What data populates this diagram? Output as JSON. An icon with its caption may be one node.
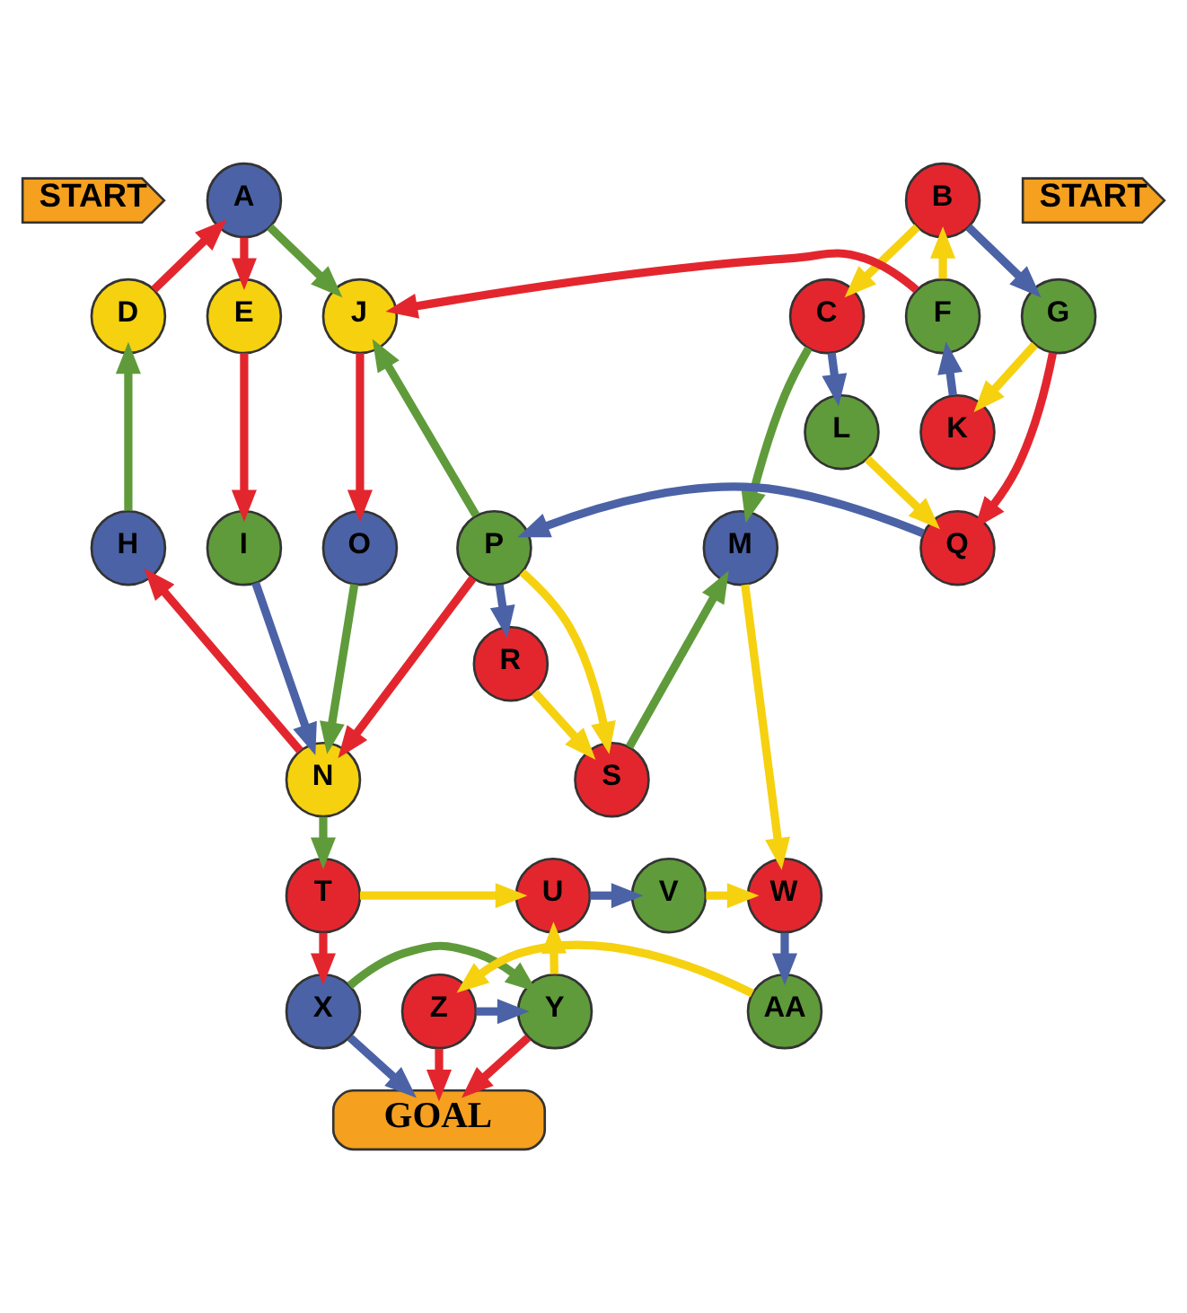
{
  "diagram": {
    "nodes": [
      {
        "text": [
          "START"
        ]
      },
      {
        "text": [
          "A"
        ]
      },
      {
        "text": [
          "START"
        ]
      },
      {
        "text": [
          "B"
        ]
      },
      {
        "text": [
          "C"
        ]
      },
      {
        "text": [
          "D"
        ]
      },
      {
        "text": [
          "E"
        ]
      },
      {
        "text": [
          "J"
        ]
      },
      {
        "text": [
          "F"
        ]
      },
      {
        "text": [
          "G"
        ]
      },
      {
        "text": [
          "K"
        ]
      },
      {
        "text": [
          "L"
        ]
      },
      {
        "text": [
          "H"
        ]
      },
      {
        "text": [
          "I"
        ]
      },
      {
        "text": [
          "O"
        ]
      },
      {
        "text": [
          "Q"
        ]
      },
      {
        "text": [
          "P"
        ]
      },
      {
        "text": [
          "M"
        ]
      },
      {
        "text": [
          "N"
        ]
      },
      {
        "text": [
          "S"
        ]
      },
      {
        "text": [
          "R"
        ]
      },
      {
        "text": [
          "T"
        ]
      },
      {
        "text": [
          "U"
        ]
      },
      {
        "text": [
          "V"
        ]
      },
      {
        "text": [
          "W"
        ]
      },
      {
        "text": [
          "X"
        ]
      },
      {
        "text": [
          "Y"
        ]
      },
      {
        "text": [
          "Z"
        ]
      },
      {
        "text": [
          "AA"
        ]
      },
      {
        "text": [
          "GOAL"
        ]
      }
    ],
    "edges": [
      {
        "from": 1,
        "to": 6,
        "arrow": "to",
        "color": "#e3262e"
      },
      {
        "from": 1,
        "to": 7,
        "arrow": "to",
        "color": "#5f9b3a"
      },
      {
        "from": 5,
        "to": 1,
        "arrow": "to",
        "color": "#e3262e"
      },
      {
        "from": 12,
        "to": 5,
        "arrow": "to",
        "color": "#5f9b3a"
      },
      {
        "from": 6,
        "to": 13,
        "arrow": "to",
        "color": "#e3262e"
      },
      {
        "from": 13,
        "to": 18,
        "arrow": "to",
        "color": "#4b62a6"
      },
      {
        "from": 7,
        "to": 14,
        "arrow": "to",
        "color": "#e3262e"
      },
      {
        "from": 14,
        "to": 18,
        "arrow": "to",
        "color": "#5f9b3a"
      },
      {
        "from": 18,
        "to": 12,
        "arrow": "to",
        "color": "#e3262e"
      },
      {
        "from": 8,
        "to": 7,
        "arrow": "to",
        "color": "#e3262e"
      },
      {
        "from": 8,
        "to": 3,
        "arrow": "to",
        "color": "#f6d10f"
      },
      {
        "from": 3,
        "to": 9,
        "arrow": "to",
        "color": "#4b62a6"
      },
      {
        "from": 3,
        "to": 4,
        "arrow": "to",
        "color": "#f6d10f"
      },
      {
        "from": 9,
        "to": 10,
        "arrow": "to",
        "color": "#f6d10f"
      },
      {
        "from": 10,
        "to": 8,
        "arrow": "to",
        "color": "#4b62a6"
      },
      {
        "from": 9,
        "to": 15,
        "arrow": "to",
        "color": "#e3262e"
      },
      {
        "from": 4,
        "to": 11,
        "arrow": "to",
        "color": "#4b62a6"
      },
      {
        "from": 4,
        "to": 17,
        "arrow": "to",
        "color": "#5f9b3a"
      },
      {
        "from": 11,
        "to": 15,
        "arrow": "to",
        "color": "#f6d10f"
      },
      {
        "from": 15,
        "to": 16,
        "arrow": "to",
        "color": "#4b62a6"
      },
      {
        "from": 16,
        "to": 7,
        "arrow": "to",
        "color": "#5f9b3a"
      },
      {
        "from": 16,
        "to": 18,
        "arrow": "to",
        "color": "#e3262e"
      },
      {
        "from": 16,
        "to": 19,
        "arrow": "to",
        "color": "#f6d10f"
      },
      {
        "from": 16,
        "to": 20,
        "arrow": "to",
        "color": "#4b62a6"
      },
      {
        "from": 20,
        "to": 19,
        "arrow": "to",
        "color": "#f6d10f"
      },
      {
        "from": 19,
        "to": 17,
        "arrow": "to",
        "color": "#5f9b3a"
      },
      {
        "from": 17,
        "to": 24,
        "arrow": "to",
        "color": "#f6d10f"
      },
      {
        "from": 18,
        "to": 21,
        "arrow": "to",
        "color": "#5f9b3a"
      },
      {
        "from": 21,
        "to": 22,
        "arrow": "to",
        "color": "#f6d10f"
      },
      {
        "from": 21,
        "to": 25,
        "arrow": "to",
        "color": "#e3262e"
      },
      {
        "from": 22,
        "to": 23,
        "arrow": "to",
        "color": "#4b62a6"
      },
      {
        "from": 23,
        "to": 24,
        "arrow": "to",
        "color": "#f6d10f"
      },
      {
        "from": 24,
        "to": 28,
        "arrow": "to",
        "color": "#4b62a6"
      },
      {
        "from": 28,
        "to": 27,
        "arrow": "to",
        "color": "#f6d10f"
      },
      {
        "from": 27,
        "to": 26,
        "arrow": "to",
        "color": "#4b62a6"
      },
      {
        "from": 25,
        "to": 26,
        "arrow": "to",
        "color": "#5f9b3a"
      },
      {
        "from": 26,
        "to": 22,
        "arrow": "to",
        "color": "#f6d10f"
      },
      {
        "from": 25,
        "to": 29,
        "arrow": "to",
        "color": "#4b62a6"
      },
      {
        "from": 26,
        "to": 29,
        "arrow": "to",
        "color": "#e3262e"
      },
      {
        "from": 27,
        "to": 29,
        "arrow": "to",
        "color": "#e3262e"
      }
    ]
  }
}
